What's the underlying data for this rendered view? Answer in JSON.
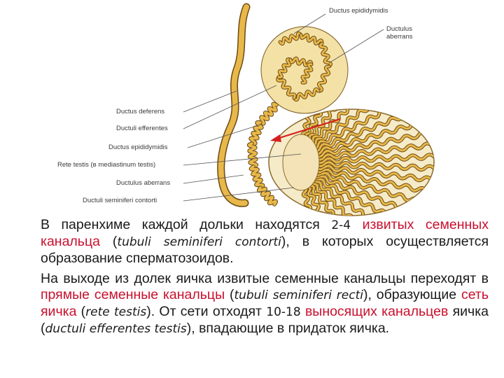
{
  "figure": {
    "labels_right": [
      "Ductus epididymidis",
      "Ductulus",
      "aberrans"
    ],
    "labels_left": [
      "Ductus deferens",
      "Ductuli efferentes",
      "Ductus epididymidis",
      "Rete testis (в mediastinum testis)",
      "Ductulus aberrans",
      "Ductuli seminiferi contorti"
    ],
    "colors": {
      "tubule": "#e8b84a",
      "tubule_edge": "#6a4a14",
      "arrow": "#d41f1f",
      "leader": "#555555"
    }
  },
  "para1": {
    "t1": "В паренхиме каждой дольки находятся ",
    "n1": "2-4",
    "t2": " ",
    "r1": "извитых семенных канальца",
    "t3": " (",
    "i1": "tubuli seminiferi contorti",
    "t4": "), в которых осуществляется образование сперматозоидов."
  },
  "para2": {
    "t1": "На выходе из долек яичка извитые семенные канальцы переходят в ",
    "r1": "прямые семенные канальцы",
    "t2": " (",
    "i1": "tubuli seminiferi recti",
    "t3": "), образующие ",
    "r2": "сеть яичка",
    "t4": " (",
    "i2": "rete testis",
    "t5": "). От сети отходят ",
    "n1": "10-18",
    "t6": " ",
    "r3": "выносящих канальцев",
    "t7": " яичка (",
    "i3": "ductuli efferentes testis",
    "t8": "), впадающие в придаток яичка."
  }
}
